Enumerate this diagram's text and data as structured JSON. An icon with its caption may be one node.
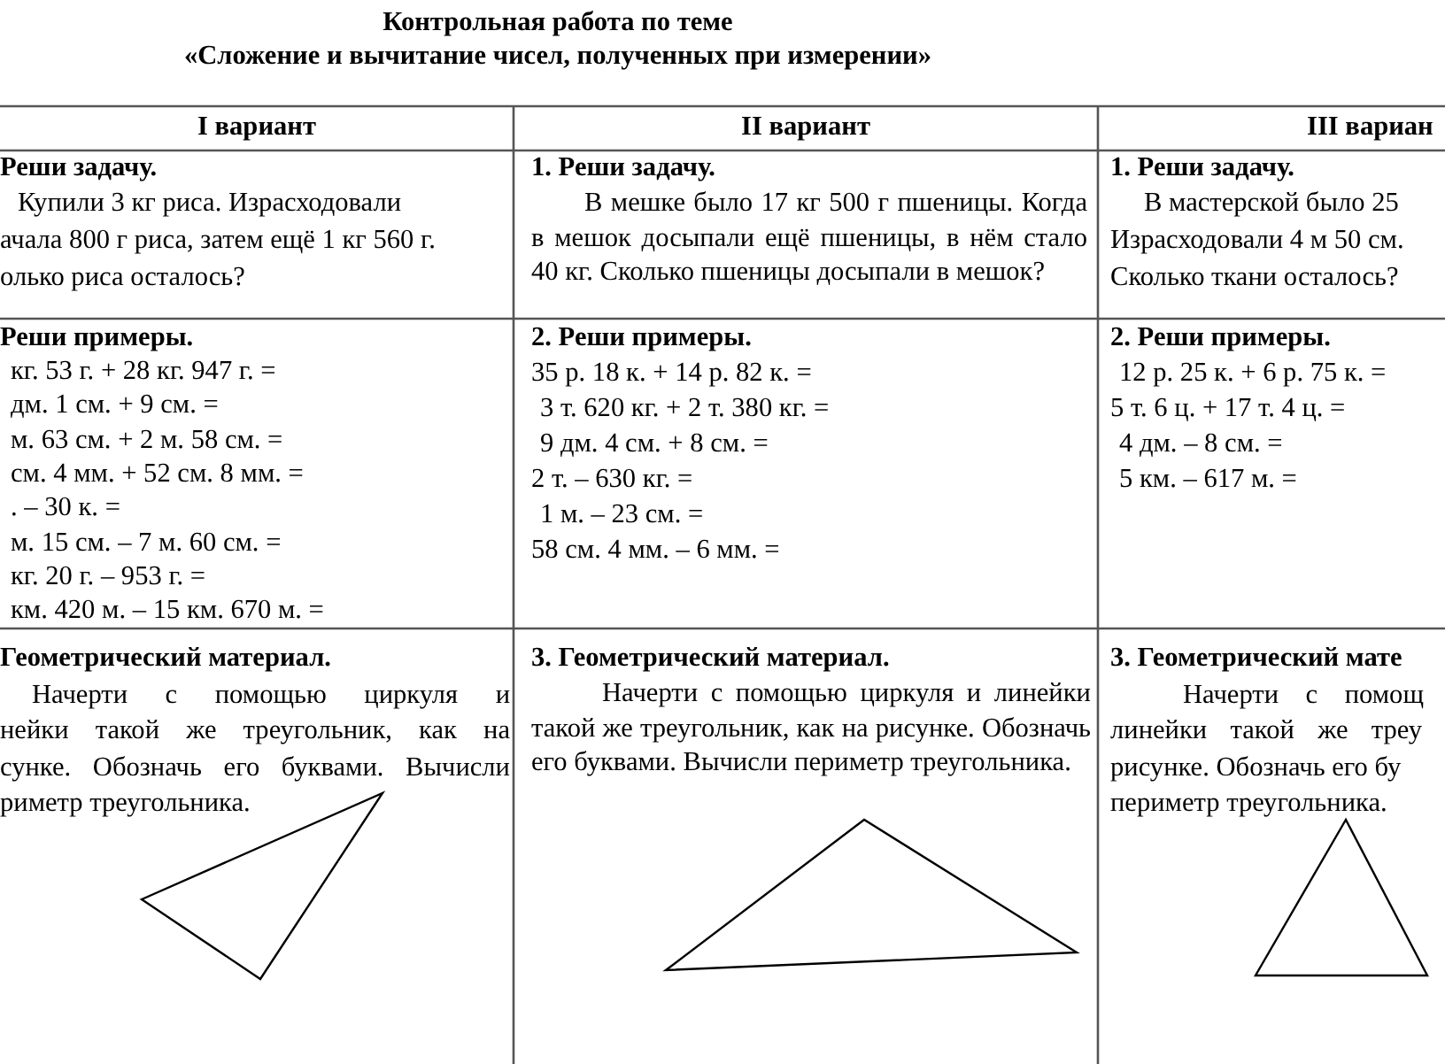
{
  "diagram": {
    "labels": [
      "Контрольная работа по теме",
      "«Сложение и вычитание чисел, полученных при измерении»",
      "I вариант",
      "II вариант",
      "III вариан",
      "Реши задачу.",
      "Купили 3 кг риса. Израсходовали",
      "ачала 800 г риса, затем ещё 1 кг 560 г.",
      "олько риса осталось?",
      "1. Реши задачу.",
      "В мешке было 17 кг 500 г пшеницы. Когда в мешок досыпали ещё пшеницы, в нём стало 40 кг. Сколько пшеницы досыпали в мешок?",
      "1. Реши задачу.",
      "В мастерской было 25",
      "Израсходовали 4 м 50 см.",
      "Сколько ткани осталось?",
      "Реши примеры.",
      "кг. 53 г. + 28 кг. 947 г. =",
      "дм. 1 см. + 9 см. =",
      "м. 63 см. + 2 м. 58 см. =",
      "см. 4 мм. + 52 см. 8 мм. =",
      ". – 30 к. =",
      "м. 15 см. – 7 м. 60 см. =",
      "кг. 20 г. – 953 г. =",
      "км. 420 м. – 15 км. 670 м. =",
      "2. Реши примеры.",
      "35 р. 18 к. + 14 р. 82 к. =",
      "3 т. 620 кг. + 2 т. 380 кг. =",
      "9 дм. 4 см. + 8 см. =",
      "2 т. – 630 кг. =",
      "1 м. – 23 см. =",
      "58 см. 4 мм. – 6 мм. =",
      "2. Реши примеры.",
      "12 р. 25 к. + 6 р. 75 к. =",
      "5 т. 6 ц. + 17 т. 4 ц. =",
      "4 дм. – 8 см. =",
      "5 км. – 617 м. =",
      "Геометрический материал.",
      "Начерти с помощью циркуля и",
      "нейки такой же треугольник, как на",
      "сунке. Обозначь его буквами. Вычисли",
      "риметр треугольника.",
      "3. Геометрический материал.",
      "Начерти с помощью циркуля и линейки такой же треугольник, как на рисунке. Обозначь его буквами. Вычисли периметр треугольника.",
      "3. Геометрический мате",
      "Начерти с помощ",
      "линейки такой же треу",
      "рисунке. Обозначь его бу",
      "периметр треугольника."
    ]
  }
}
